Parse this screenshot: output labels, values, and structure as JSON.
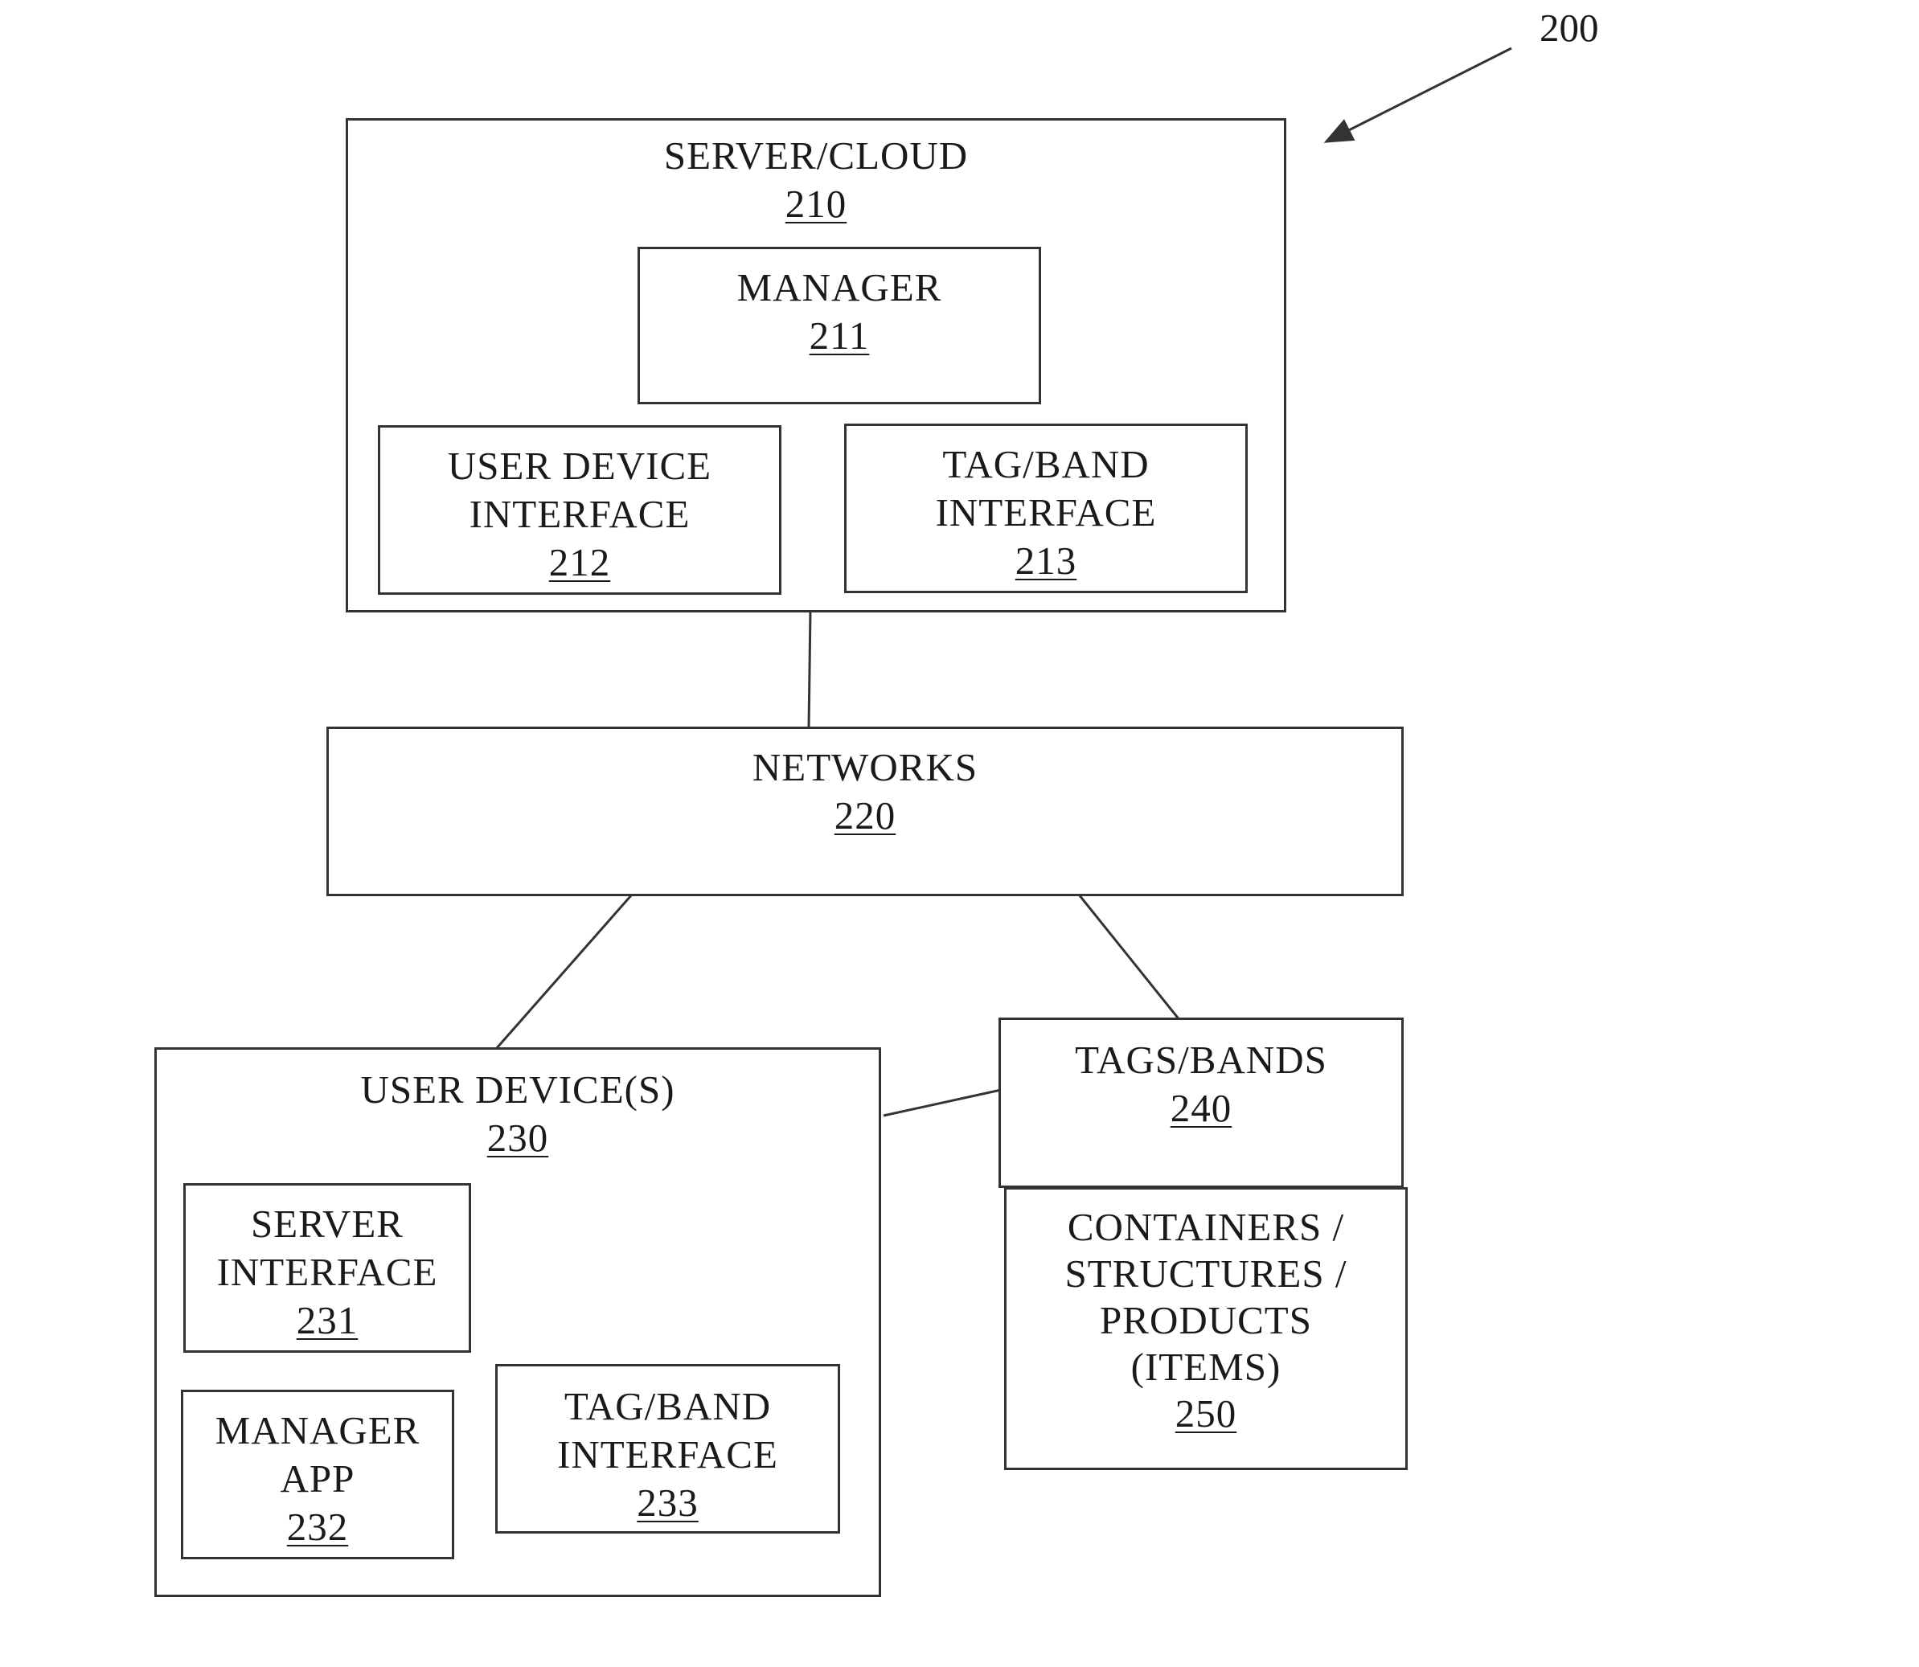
{
  "figure": {
    "ref": "200"
  },
  "blocks": {
    "server": {
      "title": "SERVER/CLOUD",
      "ref": "210"
    },
    "manager": {
      "title": "MANAGER",
      "ref": "211"
    },
    "user_device_interface": {
      "line1": "USER DEVICE",
      "line2": "INTERFACE",
      "ref": "212"
    },
    "server_tag_band_interface": {
      "line1": "TAG/BAND",
      "line2": "INTERFACE",
      "ref": "213"
    },
    "networks": {
      "title": "NETWORKS",
      "ref": "220"
    },
    "user_devices": {
      "title": "USER DEVICE(S)",
      "ref": "230"
    },
    "server_interface": {
      "line1": "SERVER",
      "line2": "INTERFACE",
      "ref": "231"
    },
    "manager_app": {
      "line1": "MANAGER",
      "line2": "APP",
      "ref": "232"
    },
    "device_tag_band_interface": {
      "line1": "TAG/BAND",
      "line2": "INTERFACE",
      "ref": "233"
    },
    "tags_bands": {
      "title": "TAGS/BANDS",
      "ref": "240"
    },
    "containers": {
      "line1": "CONTAINERS /",
      "line2": "STRUCTURES /",
      "line3": "PRODUCTS",
      "line4": "(ITEMS)",
      "ref": "250"
    }
  },
  "colors": {
    "line": "#333333",
    "text": "#1a1a1a",
    "background": "#ffffff"
  }
}
